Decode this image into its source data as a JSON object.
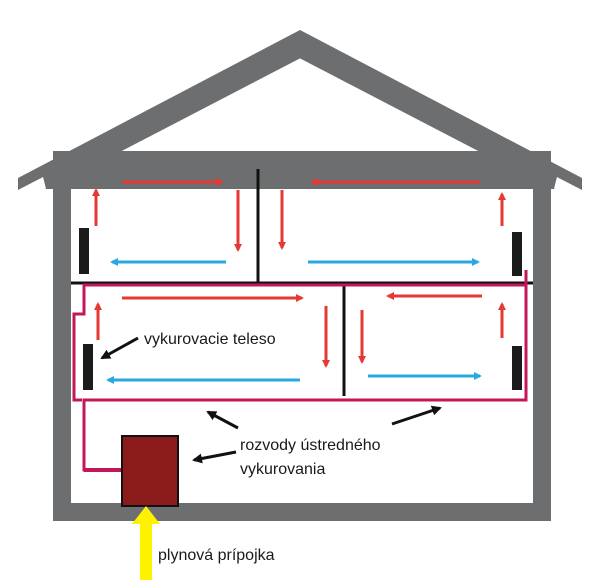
{
  "labels": {
    "radiator": "vykurovacie teleso",
    "pipes_line1": "rozvody ústredného",
    "pipes_line2": "vykurovania",
    "gas": "plynová prípojka"
  },
  "colors": {
    "wall": "#6d6e70",
    "pipe": "#c2185b",
    "hot_arrow": "#e53935",
    "cold_arrow": "#29a8e0",
    "boiler": "#8b1a1a",
    "gas_arrow": "#fff200",
    "radiator": "#1b1b1b",
    "floor_line": "#111111"
  },
  "rooms": [
    "upstairs-left",
    "upstairs-right",
    "downstairs-left",
    "downstairs-right"
  ]
}
